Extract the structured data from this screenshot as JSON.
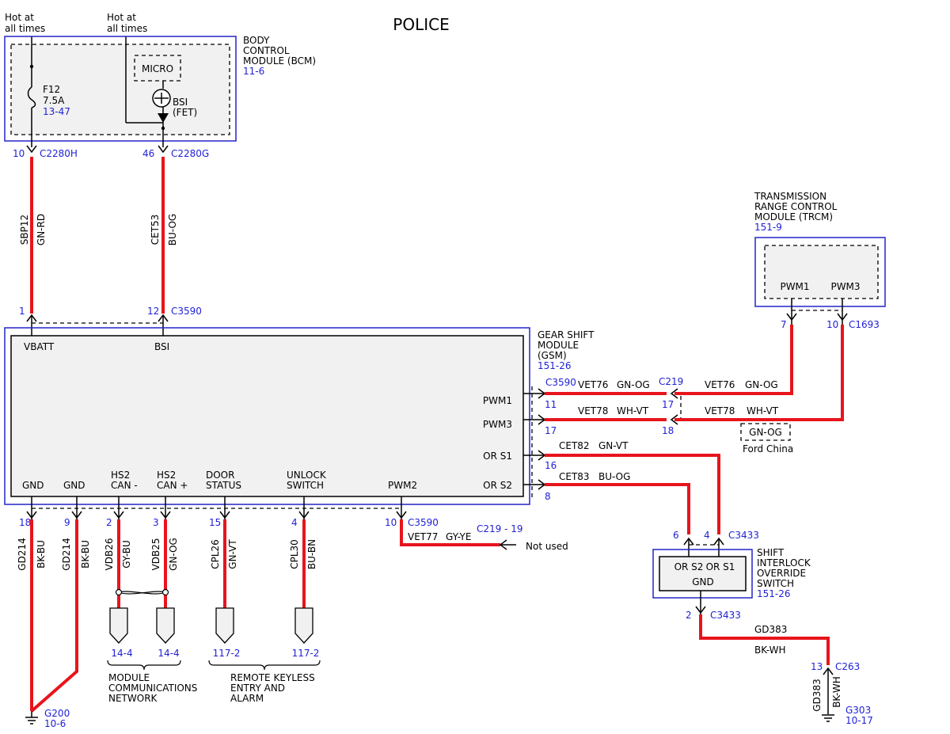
{
  "title": "POLICE",
  "power": {
    "hot1": [
      "Hot at",
      "all times"
    ],
    "hot2": [
      "Hot at",
      "all times"
    ]
  },
  "bcm": {
    "name": [
      "BODY",
      "CONTROL",
      "MODULE (BCM)"
    ],
    "ref": "11-6",
    "micro": "MICRO",
    "fuse": {
      "name": "F12",
      "rating": "7.5A",
      "ref": "13-47"
    },
    "bsi": [
      "BSI",
      "(FET)"
    ],
    "pin_vbatt": "10",
    "conn_vbatt": "C2280H",
    "pin_bsi": "46",
    "conn_bsi": "C2280G"
  },
  "wires_top": {
    "w1": {
      "circuit": "SBP12",
      "color": "GN-RD"
    },
    "w2": {
      "circuit": "CET53",
      "color": "BU-OG"
    }
  },
  "gsm": {
    "name": [
      "GEAR SHIFT",
      "MODULE",
      "(GSM)"
    ],
    "ref": "151-26",
    "top_pins": {
      "vbatt_pin": "1",
      "bsi_pin": "12",
      "conn": "C3590"
    },
    "labels": {
      "vbatt": "VBATT",
      "bsi": "BSI",
      "pwm1": "PWM1",
      "pwm3": "PWM3",
      "ors1": "OR S1",
      "ors2": "OR S2",
      "gnd1": "GND",
      "gnd2": "GND",
      "hs2canm": [
        "HS2",
        "CAN -"
      ],
      "hs2canp": [
        "HS2",
        "CAN +"
      ],
      "door": [
        "DOOR",
        "STATUS"
      ],
      "unlock": [
        "UNLOCK",
        "SWITCH"
      ],
      "pwm2": "PWM2"
    },
    "right_conn": "C3590",
    "right_pins": {
      "pwm1": "11",
      "pwm3": "17",
      "ors1": "16",
      "ors2": "8"
    },
    "bottom_pins": {
      "gnd1": "18",
      "gnd2": "9",
      "canm": "2",
      "canp": "3",
      "door": "15",
      "unlock": "4",
      "pwm2": "10"
    },
    "bottom_conn": "C3590"
  },
  "c219": {
    "name": "C219",
    "pin_a": "17",
    "pin_b": "18"
  },
  "right_wires": {
    "vet76_left": {
      "circuit": "VET76",
      "color": "GN-OG"
    },
    "vet76_right": {
      "circuit": "VET76",
      "color": "GN-OG"
    },
    "vet78_left": {
      "circuit": "VET78",
      "color": "WH-VT"
    },
    "vet78_right": {
      "circuit": "VET78",
      "color": "WH-VT"
    },
    "cet82": {
      "circuit": "CET82",
      "color": "GN-VT"
    },
    "cet83": {
      "circuit": "CET83",
      "color": "BU-OG"
    },
    "variant": {
      "color": "GN-OG",
      "note": "Ford China"
    }
  },
  "trcm": {
    "name": [
      "TRANSMISSION",
      "RANGE CONTROL",
      "MODULE (TRCM)"
    ],
    "ref": "151-9",
    "pwm1": "PWM1",
    "pwm3": "PWM3",
    "pin_a": "7",
    "pin_b": "10",
    "conn": "C1693"
  },
  "pwm2_wire": {
    "circuit": "VET77",
    "color": "GY-YE",
    "dest": "C219 - 19",
    "note": "Not used"
  },
  "switch": {
    "name": [
      "SHIFT",
      "INTERLOCK",
      "OVERRIDE",
      "SWITCH"
    ],
    "ref": "151-26",
    "ors2": "OR S2",
    "ors1": "OR S1",
    "gnd": "GND",
    "pin_ors2": "6",
    "pin_ors1": "4",
    "conn_top": "C3433",
    "pin_gnd": "2",
    "conn_bottom": "C3433"
  },
  "gd383": {
    "circuit": "GD383",
    "color": "BK-WH",
    "pin": "13",
    "conn": "C263",
    "ground": "G303",
    "ref": "10-17"
  },
  "bottom_wires": {
    "gnd1": {
      "circuit": "GD214",
      "color": "BK-BU"
    },
    "gnd2": {
      "circuit": "GD214",
      "color": "BK-BU"
    },
    "vdb26": {
      "circuit": "VDB26",
      "color": "GY-BU"
    },
    "vdb25": {
      "circuit": "VDB25",
      "color": "GN-OG"
    },
    "cpl26": {
      "circuit": "CPL26",
      "color": "GN-VT"
    },
    "cpl30": {
      "circuit": "CPL30",
      "color": "BU-BN"
    }
  },
  "ground_g200": {
    "name": "G200",
    "ref": "10-6"
  },
  "refs": {
    "can1": "14-4",
    "can2": "14-4",
    "rke1": "117-2",
    "rke2": "117-2"
  },
  "groups": {
    "mcn": [
      "MODULE",
      "COMMUNICATIONS",
      "NETWORK"
    ],
    "rke": [
      "REMOTE KEYLESS",
      "ENTRY AND",
      "ALARM"
    ]
  }
}
